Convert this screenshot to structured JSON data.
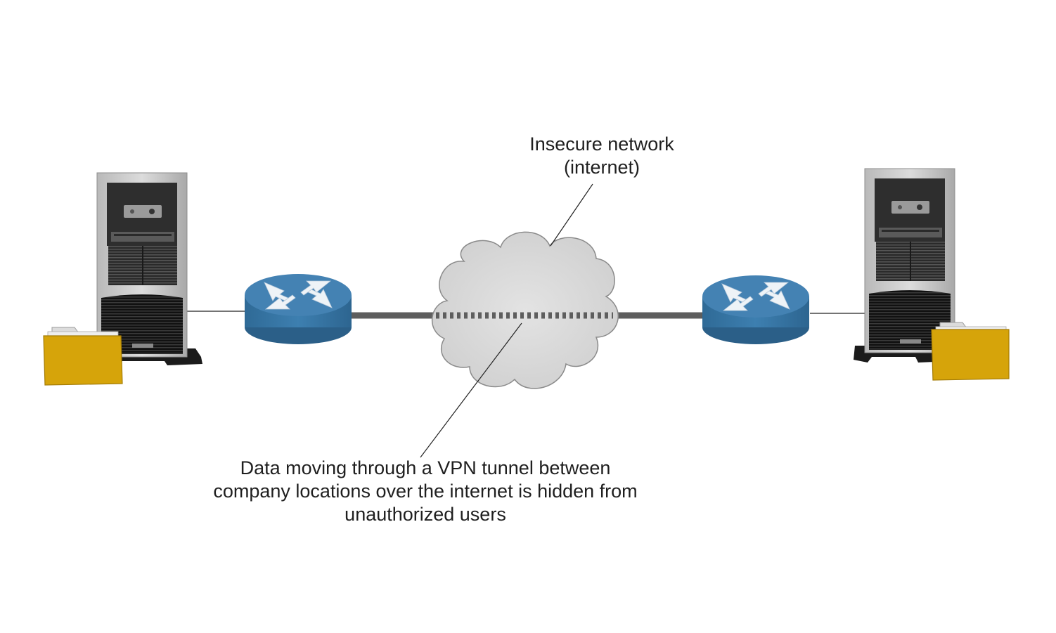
{
  "labels": {
    "insecure_network": {
      "line1": "Insecure network",
      "line2": "(internet)"
    },
    "vpn_description": {
      "line1": "Data moving through a VPN tunnel between",
      "line2": "company locations over the internet is hidden from",
      "line3": "unauthorized users"
    }
  },
  "icons": {
    "server_left": "server-tower-icon",
    "server_right": "server-tower-icon",
    "folder_left": "folder-icon",
    "folder_right": "folder-icon",
    "router_left": "router-icon",
    "router_right": "router-icon",
    "cloud": "cloud-icon"
  },
  "colors": {
    "router": "#3a78a8",
    "router_top": "#4a88b8",
    "folder": "#d4a50a",
    "cloud": "#d6d6d6",
    "link": "#5a5a5a",
    "server_body": "#c8c8c8",
    "server_dark": "#1e1e1e"
  }
}
